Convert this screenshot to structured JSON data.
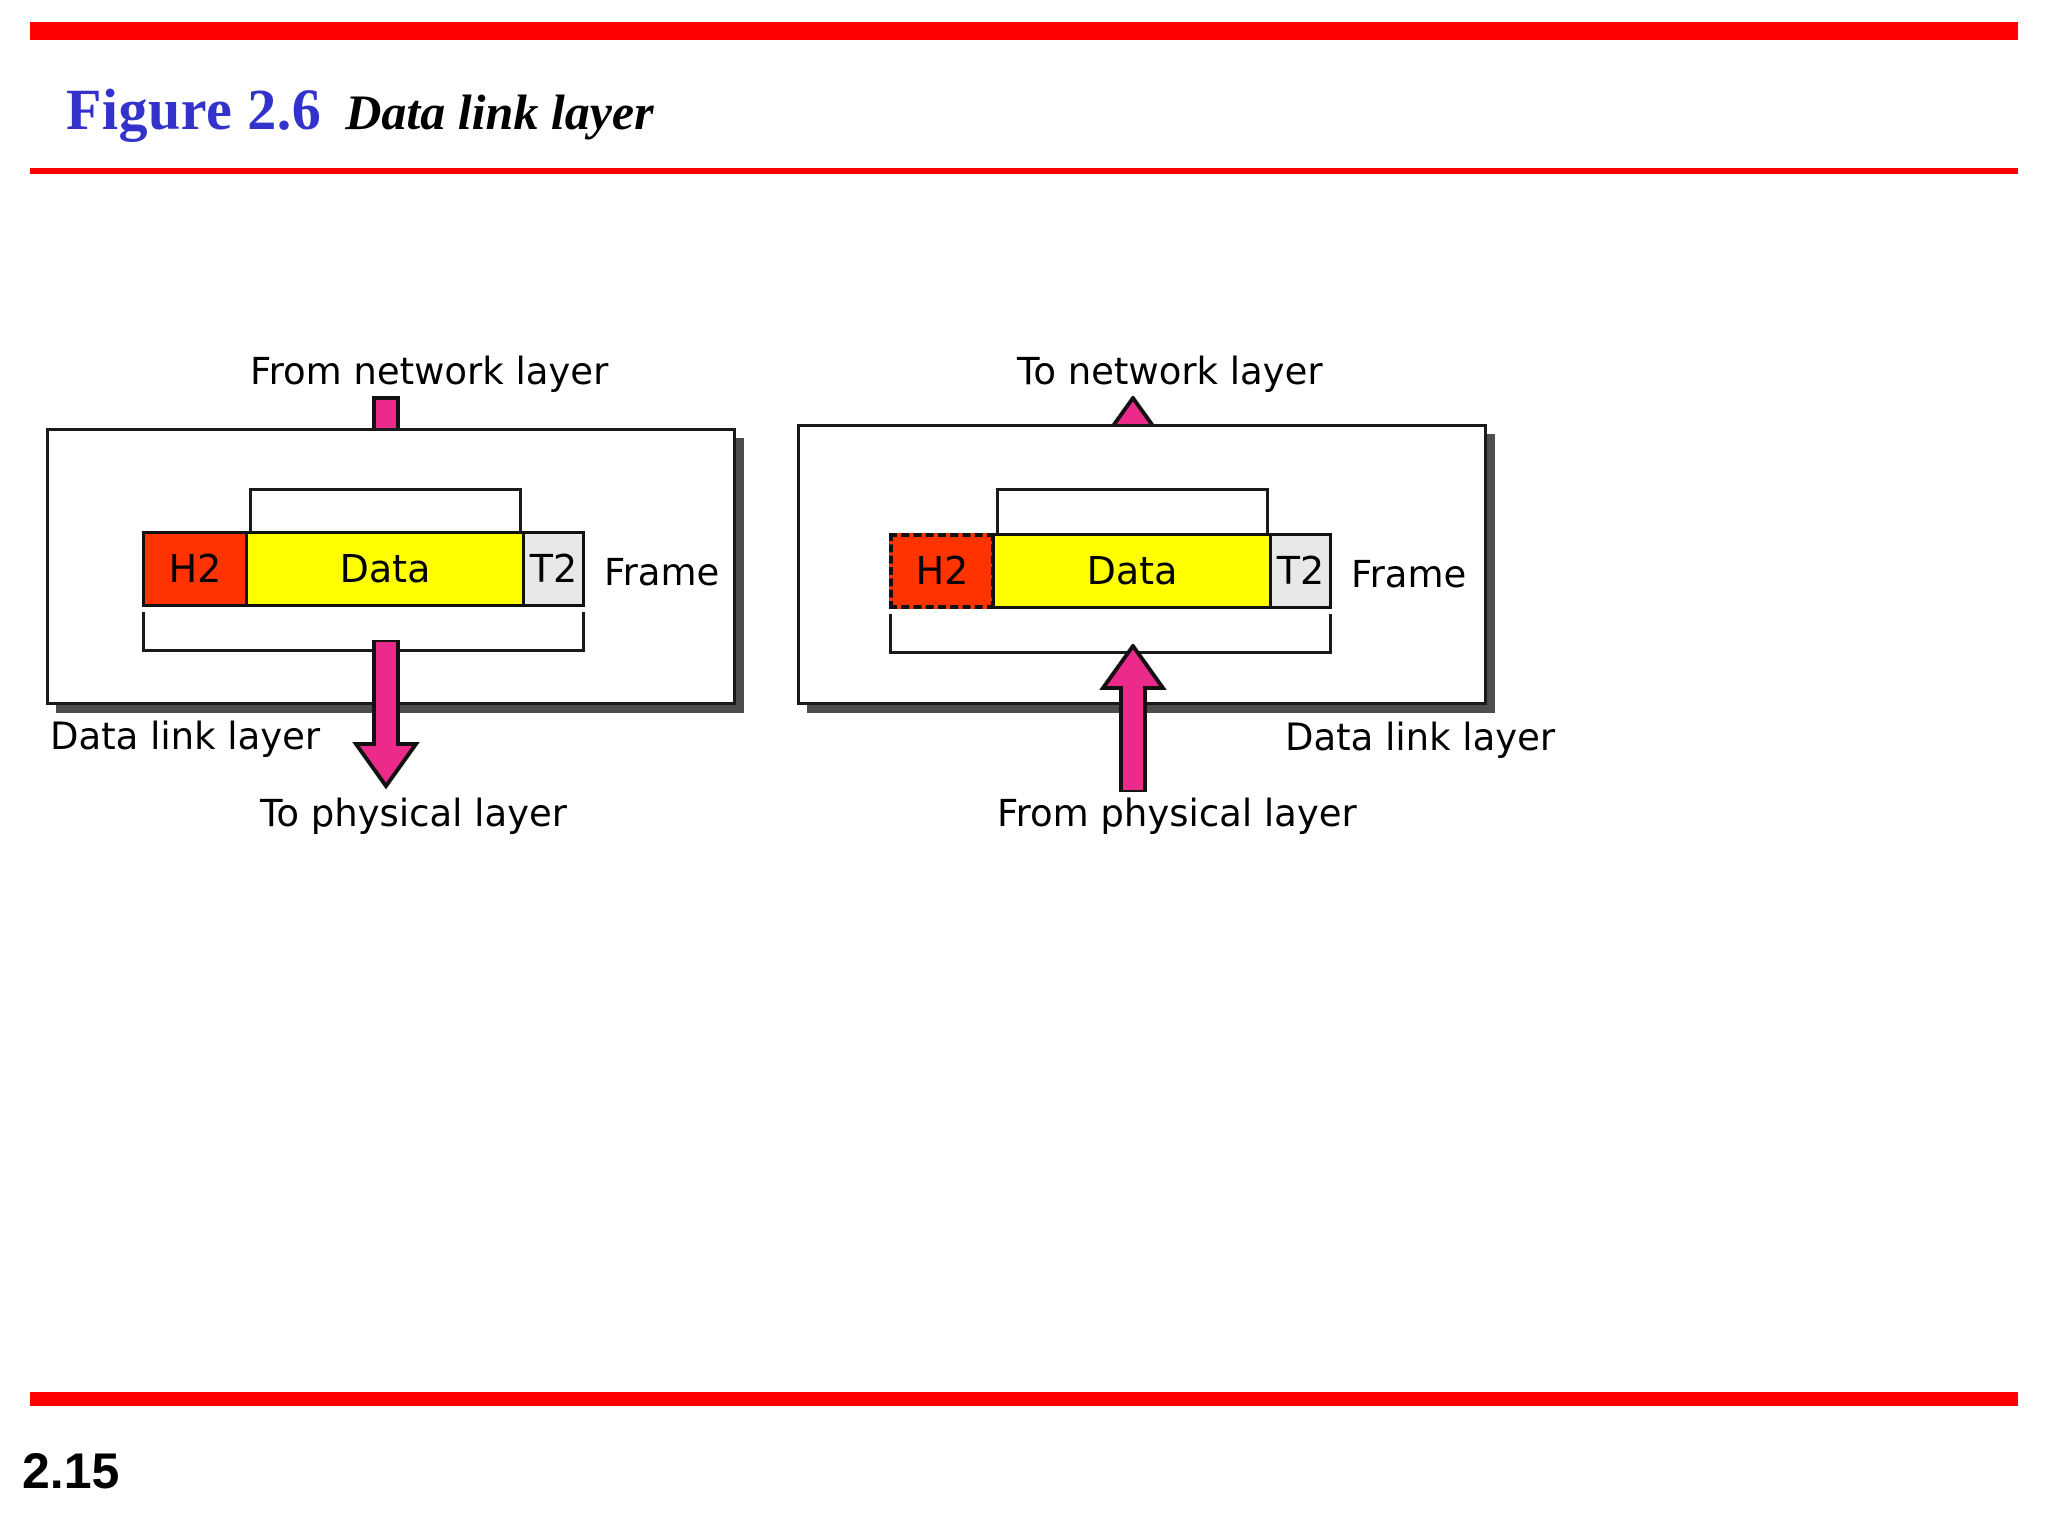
{
  "slide": {
    "title_prefix": "Figure 2.6",
    "title_caption": "Data link layer",
    "page_number": "2.15",
    "accent_rule_color": "#FF0000",
    "title_prefix_color": "#3333CC"
  },
  "colors": {
    "header_segment": "#FF3300",
    "data_segment": "#FFFF00",
    "trailer_segment": "#E8E8E8",
    "arrow": "#EC2A8A",
    "outline": "#111111"
  },
  "diagram": {
    "type": "protocol-encapsulation",
    "panels": [
      {
        "id": "sender",
        "direction": "outgoing",
        "top_label": "From network layer",
        "bottom_label": "To physical layer",
        "layer_label": "Data link layer",
        "frame_label": "Frame",
        "segments": [
          {
            "name": "header",
            "label": "H2",
            "style": "solid"
          },
          {
            "name": "data",
            "label": "Data",
            "style": "solid"
          },
          {
            "name": "trailer",
            "label": "T2",
            "style": "solid"
          }
        ],
        "top_arrow_direction": "down",
        "bottom_arrow_direction": "down",
        "top_bracket_spans": "data",
        "bottom_bracket_spans": "frame"
      },
      {
        "id": "receiver",
        "direction": "incoming",
        "top_label": "To network layer",
        "bottom_label": "From physical layer",
        "layer_label": "Data link layer",
        "frame_label": "Frame",
        "segments": [
          {
            "name": "header",
            "label": "H2",
            "style": "dashed"
          },
          {
            "name": "data",
            "label": "Data",
            "style": "solid"
          },
          {
            "name": "trailer",
            "label": "T2",
            "style": "solid"
          }
        ],
        "top_arrow_direction": "up",
        "bottom_arrow_direction": "up",
        "top_bracket_spans": "data",
        "bottom_bracket_spans": "frame"
      }
    ]
  }
}
